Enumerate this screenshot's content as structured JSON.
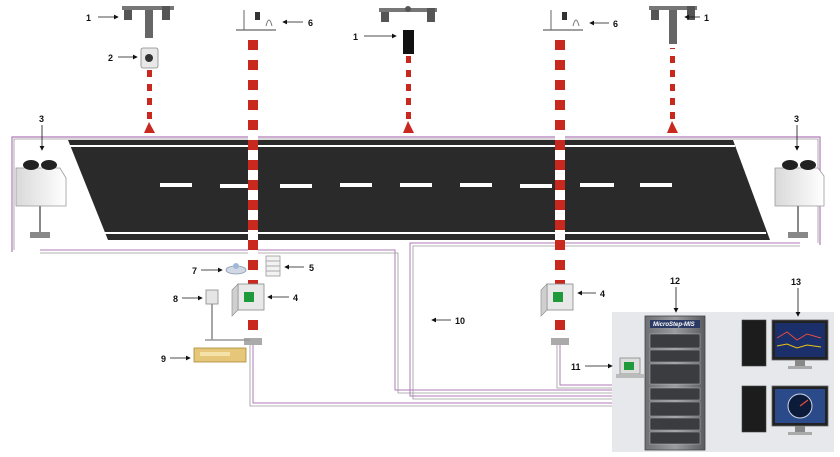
{
  "labels": {
    "l1": "1",
    "l2": "2",
    "l3": "3",
    "l4": "4",
    "l5": "5",
    "l6": "6",
    "l7": "7",
    "l8": "8",
    "l9": "9",
    "l10": "10",
    "l11": "11",
    "l12": "12",
    "l13": "13"
  },
  "server_brand": "MicroStep-MIS",
  "colors": {
    "asphalt": "#2a2a2a",
    "runway_marking": "#ffffff",
    "mast_red": "#c8281e",
    "cable_purple": "#b07ab8",
    "cable_gray": "#9a9a9a",
    "cable_green": "#2e9a4a",
    "sensor_green": "#1f9a3a",
    "rack_panel": "#e6e8eb"
  }
}
